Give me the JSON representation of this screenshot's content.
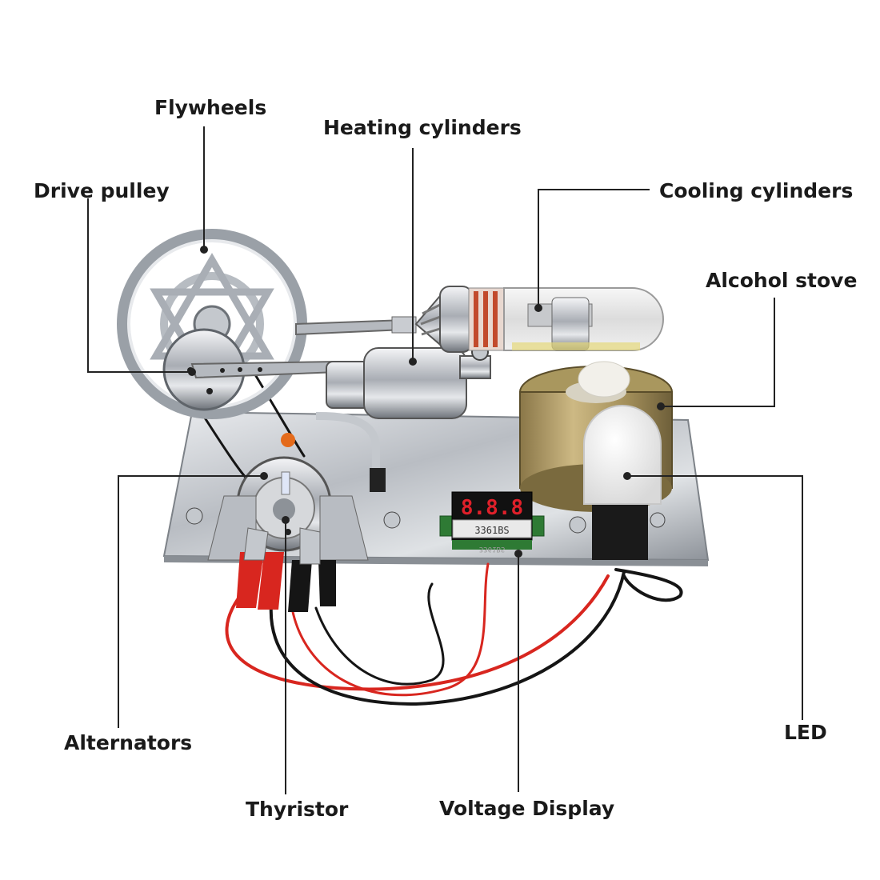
{
  "labels": {
    "flywheels": "Flywheels",
    "heating_cylinders": "Heating cylinders",
    "drive_pulley": "Drive pulley",
    "cooling_cylinders": "Cooling cylinders",
    "alcohol_stove": "Alcohol stove",
    "alternators": "Alternators",
    "led": "LED",
    "thyristor": "Thyristor",
    "voltage_display": "Voltage Display"
  },
  "display": {
    "digits": "8.8.8",
    "module_code": "3361BS",
    "module_code_mirror": "3361BS"
  },
  "colors": {
    "text": "#1a1a1a",
    "leader_line": "#222222",
    "chrome": "#c9ccd1",
    "brass": "#b19a5e",
    "wire_red": "#d8261f",
    "wire_black": "#151515",
    "display_digits": "#e0202a",
    "led_dome": "#f2f2f2"
  }
}
